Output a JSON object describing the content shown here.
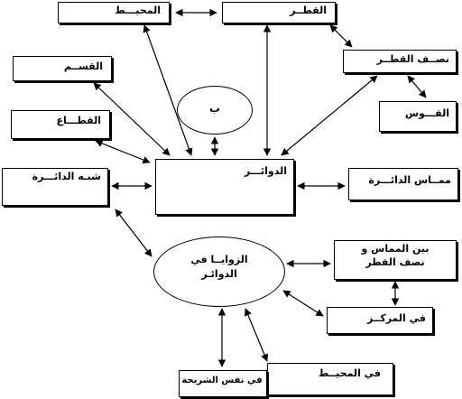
{
  "nodes": {
    "circumference": "المحيـــط",
    "diameter": "القطــر",
    "radius": "نصــف القطــر",
    "arc": "القـــوس",
    "division": "القســم",
    "sector": "القطـــاع",
    "circles": "الدوائـــر",
    "b": "ب",
    "semicircle": "شبـه الدائـــرة",
    "tangent": "ممــاس الدائـــرة",
    "angles_line1": "الزوايــا في",
    "angles_line2": "الدوائـر",
    "tangent_radius_line1": "بين المماس و",
    "tangent_radius_line2": "نصف القطر",
    "center": "في المركــز",
    "on_circumference": "في المحيــط",
    "same_segment": "في نفس الشريحة"
  },
  "colors": {
    "line": "#000000",
    "fill": "#ffffff"
  }
}
